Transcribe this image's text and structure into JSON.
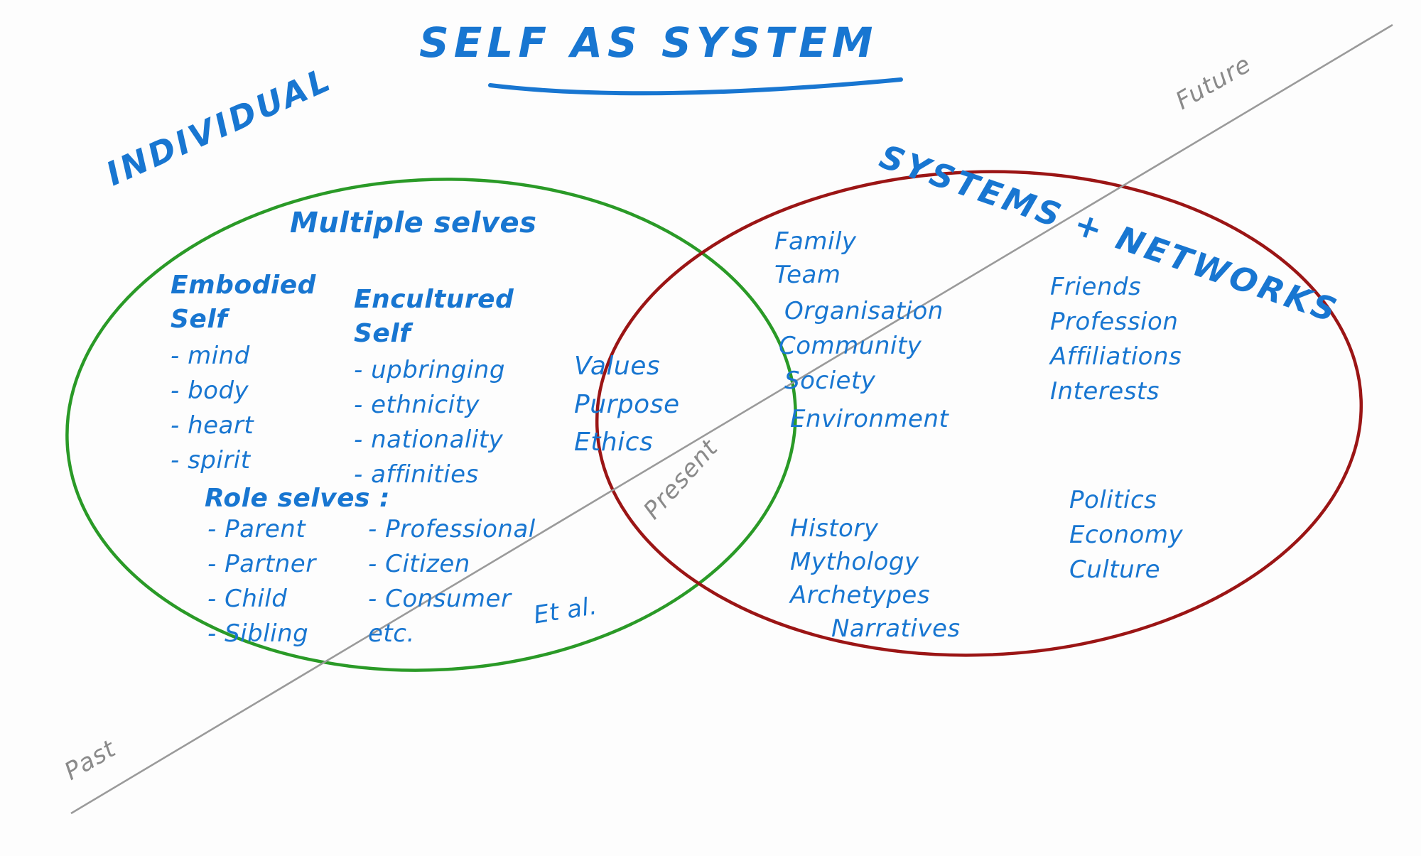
{
  "title": "SELF AS SYSTEM",
  "colors": {
    "ink_blue": "#1876d1",
    "left_circle_green": "#2a9a27",
    "right_circle_red": "#9b1515",
    "timeline_gray": "#8a8a8a"
  },
  "circles": {
    "left": {
      "label": "INDIVIDUAL",
      "color": "#2a9a27"
    },
    "right": {
      "label": "SYSTEMS + NETWORKS",
      "color": "#9b1515"
    }
  },
  "timeline": {
    "past": "Past",
    "present": "Present",
    "future": "Future"
  },
  "left": {
    "header": "Multiple selves",
    "embodied": {
      "heading_line1": "Embodied",
      "heading_line2": "Self",
      "items": [
        "- mind",
        "- body",
        "- heart",
        "- spirit"
      ]
    },
    "encultured": {
      "heading_line1": "Encultured",
      "heading_line2": "Self",
      "items": [
        "- upbringing",
        "- ethnicity",
        "- nationality",
        "- affinities"
      ]
    },
    "roles": {
      "heading": "Role selves :",
      "column_a": [
        "- Parent",
        "- Partner",
        "- Child",
        "- Sibling"
      ],
      "column_b": [
        "- Professional",
        "- Citizen",
        "- Consumer",
        "etc."
      ]
    },
    "footnote": "Et al."
  },
  "center": {
    "items": [
      "Values",
      "Purpose",
      "Ethics"
    ]
  },
  "right": {
    "group_systems": [
      "Family",
      "Team",
      "Organisation",
      "Community",
      "Society",
      "Environment"
    ],
    "group_affiliations": [
      "Friends",
      "Profession",
      "Affiliations",
      "Interests"
    ],
    "group_narratives": [
      "History",
      "Mythology",
      "Archetypes",
      "Narratives"
    ],
    "group_forces": [
      "Politics",
      "Economy",
      "Culture"
    ]
  }
}
